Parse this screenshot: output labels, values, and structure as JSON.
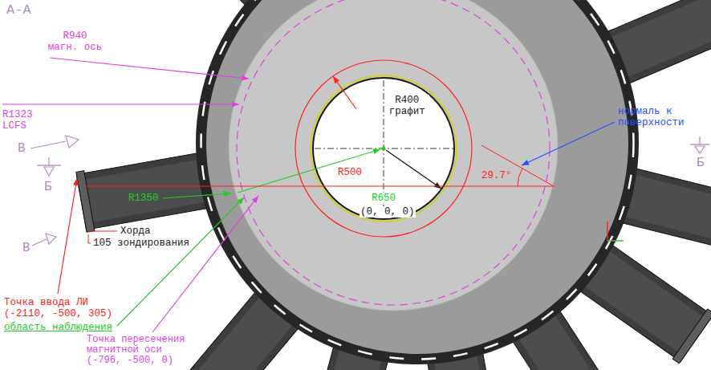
{
  "diagram": {
    "title": "А-А",
    "labels": [
      "R940 магн. ось",
      "R1323 LCFS",
      "В",
      "Б",
      "R500",
      "R400 графит",
      "R650",
      "(0, 0, 0)",
      "нормаль к поверхности",
      "29.7°",
      "R1350",
      "Хорда",
      "105 зондирования",
      "Б",
      "В",
      "Точка ввода ЛИ (-2110, -500, 305)",
      "область наблюдения",
      "Точка пересечения магнитной оси (-796, -500, 0)"
    ]
  }
}
